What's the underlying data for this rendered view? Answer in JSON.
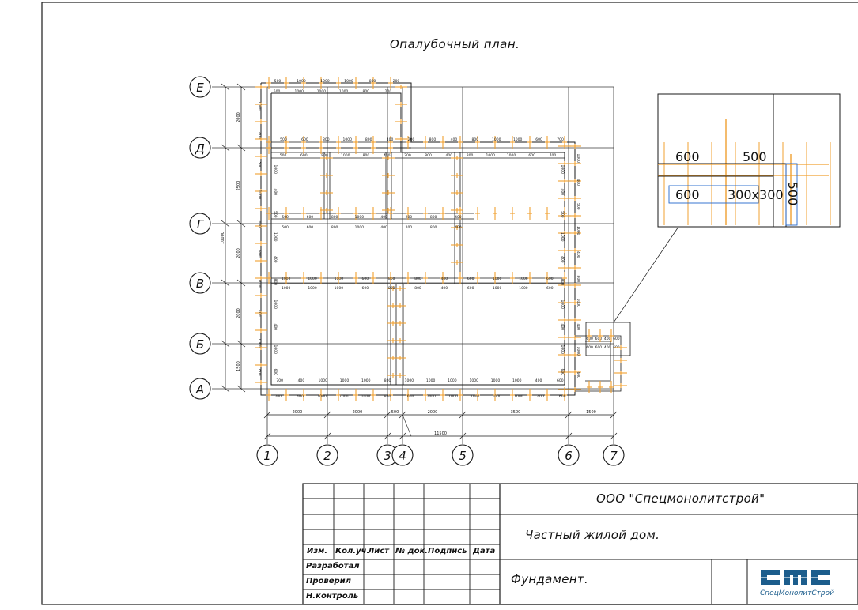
{
  "drawing": {
    "title": "Опалубочный план.",
    "axes_rows": [
      "Е",
      "Д",
      "Г",
      "В",
      "Б",
      "А"
    ],
    "axes_cols": [
      "1",
      "2",
      "3",
      "4",
      "5",
      "6",
      "7"
    ],
    "row_dims": [
      "2000",
      "2500",
      "2000",
      "2000",
      "1500"
    ],
    "row_total": "10000",
    "col_dims": [
      "2000",
      "2000",
      "500",
      "2000",
      "3500",
      "1500"
    ],
    "col_total": "11500",
    "panel_labels_top_e": [
      "500",
      "1000",
      "1000",
      "1000",
      "800",
      "200"
    ],
    "panel_labels_row_d": [
      "500",
      "600",
      "800",
      "1000",
      "800",
      "400",
      "200",
      "800",
      "400",
      "800",
      "1000",
      "1000",
      "600",
      "700"
    ],
    "panel_labels_row_g": [
      "500",
      "600",
      "800",
      "1000",
      "400",
      "200",
      "800",
      "400"
    ],
    "panel_labels_row_v": [
      "1000",
      "1000",
      "1000",
      "600",
      "800",
      "800",
      "400",
      "600",
      "1000",
      "1000",
      "600"
    ],
    "panel_labels_bottom": [
      "700",
      "400",
      "1000",
      "1000",
      "1000",
      "800",
      "1000",
      "1000",
      "1000",
      "1000",
      "1000",
      "1000",
      "400",
      "600"
    ],
    "panel_labels_vertical": [
      "1000",
      "400",
      "500",
      "1000",
      "400",
      "800",
      "1000",
      "400",
      "1000",
      "600"
    ],
    "detail": {
      "labels": [
        "600",
        "500",
        "600",
        "500"
      ],
      "rotated_label": "300х300"
    },
    "small_detail_labels": [
      "600",
      "600",
      "400",
      "600"
    ]
  },
  "stamp": {
    "company": "ООО \"Спецмонолитстрой\"",
    "project": "Частный жилой дом.",
    "sheet_name": "Фундамент.",
    "headers": [
      "Изм.",
      "Кол.уч.",
      "Лист",
      "№ док.",
      "Подпись",
      "Дата"
    ],
    "roles": [
      "Разработал",
      "Проверил",
      "Н.контроль"
    ],
    "logo_letters": "СМС",
    "logo_caption": "СпецМонолитСтрой"
  },
  "colors": {
    "line": "#1a1a1a",
    "grid": "#3a3a3a",
    "formwork": "#f0a030",
    "text": "#111111",
    "logo": "#1c5d8c"
  }
}
